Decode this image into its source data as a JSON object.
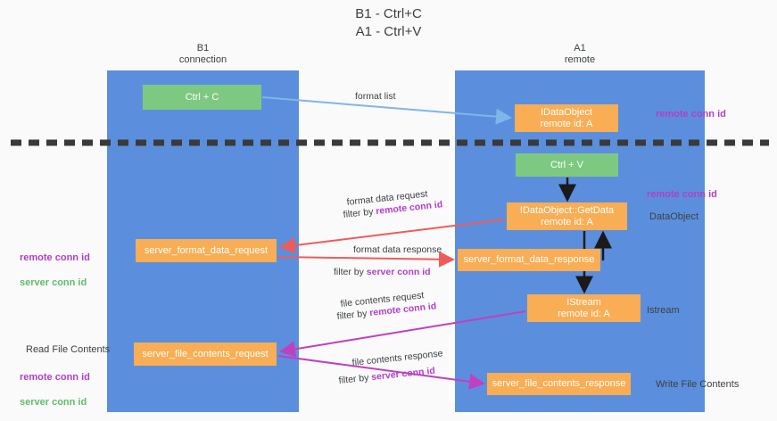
{
  "title": "B1 - Ctrl+C\nA1 - Ctrl+V",
  "columns": {
    "left": {
      "heading": "B1\nconnection"
    },
    "right": {
      "heading": "A1\nremote"
    }
  },
  "boxes": {
    "ctrl_c": "Ctrl + C",
    "data_object": "IDataObject\nremote id: A",
    "ctrl_v": "Ctrl + V",
    "get_data": "IDataObject::GetData\nremote id: A",
    "server_format_data_request": "server_format_data_request",
    "server_format_data_response": "server_format_data_response",
    "istream": "IStream\nremote id: A",
    "server_file_contents_request": "server_file_contents_request",
    "server_file_contents_response": "server_file_contents_response"
  },
  "captions": {
    "format_list": "format list",
    "format_data_request": "format data request",
    "format_data_request_filter_prefix": "filter by ",
    "format_data_request_filter_key": "remote conn id",
    "format_data_response": "format data response",
    "format_data_response_filter_prefix": "filter by ",
    "format_data_response_filter_key": "server conn id",
    "file_contents_request": "file contents request",
    "file_contents_request_filter_prefix": "filter by ",
    "file_contents_request_filter_key": "remote conn id",
    "file_contents_response": "file contents response",
    "file_contents_response_filter_prefix": "filter by ",
    "file_contents_response_filter_key": "server conn id"
  },
  "side_labels": {
    "remote_conn_id_top": "remote conn id",
    "remote_conn_id_mid": "remote conn id",
    "data_object": "DataObject",
    "istream": "Istream",
    "write_file_contents": "Write File Contents",
    "read_file_contents": "Read File Contents",
    "left_remote_conn_id": "remote conn id",
    "left_server_conn_id": "server conn id",
    "left_bottom_remote_conn_id": "remote conn id",
    "left_bottom_server_conn_id": "server conn id"
  },
  "colors": {
    "lane": "#5b8fdd",
    "green_box": "#7ec981",
    "orange_box": "#f9ad54",
    "purple_text": "#b13fc8",
    "green_text": "#5fbb6a",
    "divider": "#3a3a3a",
    "arrow_blue": "#7fb6e8",
    "arrow_red": "#ef5b5b",
    "arrow_magenta": "#c040c0",
    "arrow_black": "#1a1a1a"
  }
}
